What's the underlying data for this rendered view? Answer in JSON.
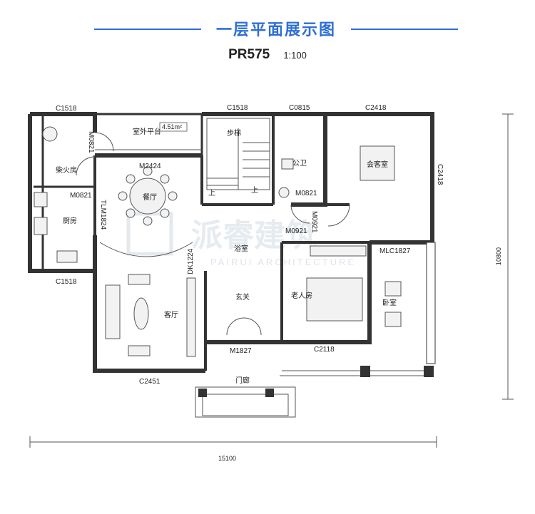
{
  "header": {
    "title": "一层平面展示图",
    "plan_code": "PR575",
    "scale": "1:100"
  },
  "rooms": {
    "firewood_room": "柴火房",
    "kitchen": "厨房",
    "outdoor_terrace": "室外平台",
    "terrace_area": "4.51m²",
    "stairs": "步梯",
    "stair_up_1": "上",
    "stair_up_2": "上",
    "public_wc": "公卫",
    "guest_room": "会客室",
    "dining": "餐厅",
    "bath": "浴室",
    "living": "客厅",
    "foyer": "玄关",
    "elder_room": "老人房",
    "porch": "门廊",
    "bedroom_extra": "卧室"
  },
  "codes": {
    "c1518_top_left": "C1518",
    "c1518_top_mid": "C1518",
    "c0815": "C0815",
    "c2418_top": "C2418",
    "c2418_right": "C2418",
    "m0821_a": "M0821",
    "m0821_b": "M0821",
    "m0821_c": "M0821",
    "m2424": "M2424",
    "tlm1824": "TLM1824",
    "c1518_bottom_left": "C1518",
    "m0921_a": "M0921",
    "m0921_b": "M0921",
    "mlc1827": "MLC1827",
    "dk1224": "DK1224",
    "m1827": "M1827",
    "c2118": "C2118",
    "c2451": "C2451"
  },
  "dimensions": {
    "width": "15100",
    "depth": "10800"
  },
  "watermark": {
    "cn": "派睿建筑",
    "en": "PAIRUI ARCHITECTURE"
  }
}
